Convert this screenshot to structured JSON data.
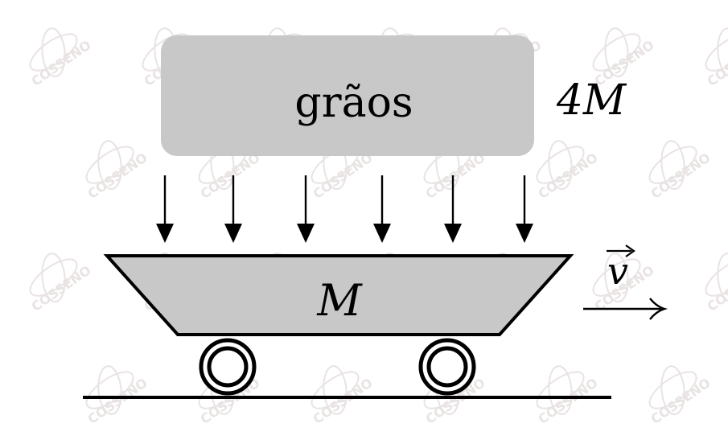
{
  "grains": {
    "label": "grãos",
    "mass_label": "4M",
    "color": "#c8c8c8"
  },
  "cart": {
    "mass_label": "M",
    "color": "#c8c8c8"
  },
  "velocity": {
    "symbol": "v"
  },
  "watermark": {
    "text": "COSSENO",
    "color": "#e9e3e3"
  },
  "falling_arrow_count": 6,
  "wheel_count": 2
}
